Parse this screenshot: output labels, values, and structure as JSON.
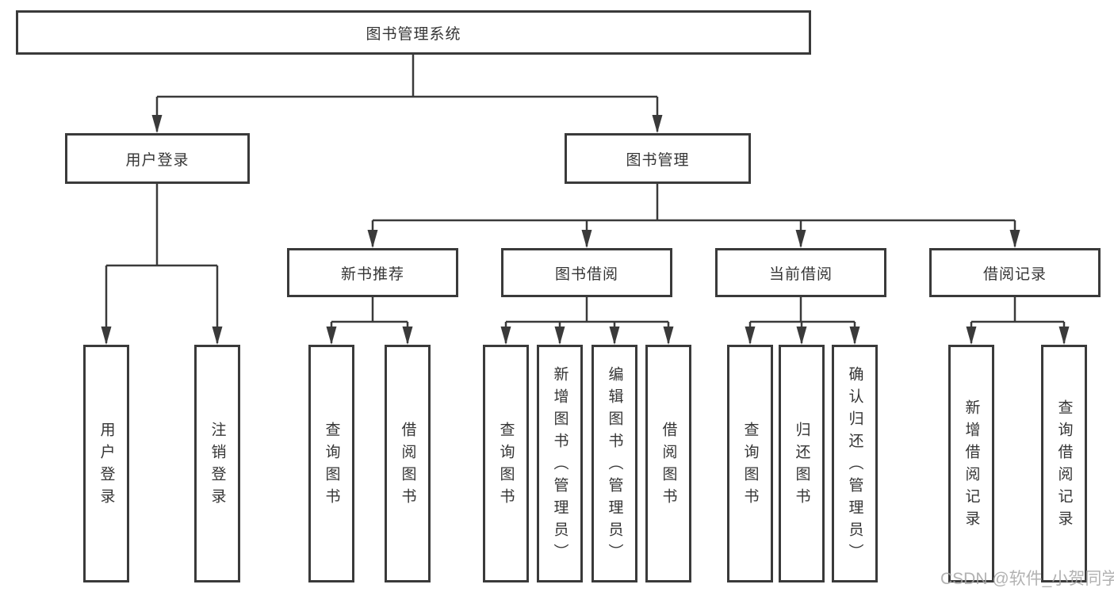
{
  "diagram": {
    "root": {
      "label": "图书管理系统"
    },
    "level2": [
      {
        "label": "用户登录"
      },
      {
        "label": "图书管理"
      }
    ],
    "level3": [
      {
        "label": "新书推荐"
      },
      {
        "label": "图书借阅"
      },
      {
        "label": "当前借阅"
      },
      {
        "label": "借阅记录"
      }
    ],
    "leaves": [
      "用户登录",
      "注销登录",
      "查询图书",
      "借阅图书",
      "查询图书",
      "新增图书（管理员）",
      "编辑图书（管理员）",
      "借阅图书",
      "查询图书",
      "归还图书",
      "确认归还（管理员）",
      "新增借阅记录",
      "查询借阅记录"
    ],
    "watermark": "CSDN @软件_小贺同学",
    "colors": {
      "line": "#3a3a3a",
      "text": "#353535",
      "box_background": "#ffffff",
      "watermark": "#a5a5a5",
      "background": "#ffffff"
    }
  }
}
